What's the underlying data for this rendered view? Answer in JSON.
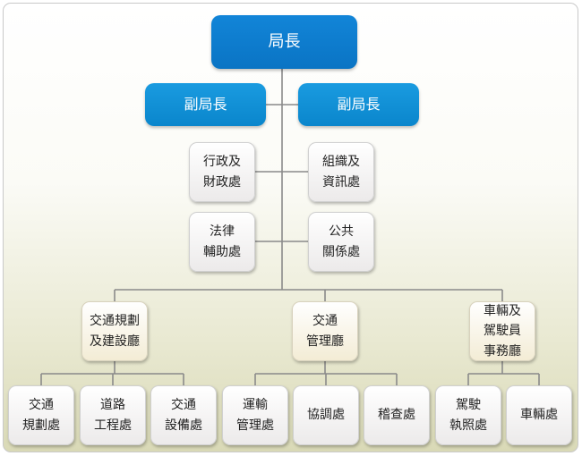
{
  "colors": {
    "director_fill": "#0a7acb",
    "deputy_fill": "#0a90d2",
    "connector": "#8a8a8a"
  },
  "director": {
    "lines": [
      "局長"
    ]
  },
  "deputies": [
    {
      "lines": [
        "副局長"
      ]
    },
    {
      "lines": [
        "副局長"
      ]
    }
  ],
  "offices": [
    {
      "lines": [
        "行政及",
        "財政處"
      ]
    },
    {
      "lines": [
        "組織及",
        "資訊處"
      ]
    },
    {
      "lines": [
        "法律",
        "輔助處"
      ]
    },
    {
      "lines": [
        "公共",
        "關係處"
      ]
    }
  ],
  "departments": [
    {
      "lines": [
        "交通規劃",
        "及建設廳"
      ]
    },
    {
      "lines": [
        "交通",
        "管理廳"
      ]
    },
    {
      "lines": [
        "車輛及",
        "駕駛員",
        "事務廳"
      ]
    }
  ],
  "divisions": [
    {
      "lines": [
        "交通",
        "規劃處"
      ]
    },
    {
      "lines": [
        "道路",
        "工程處"
      ]
    },
    {
      "lines": [
        "交通",
        "設備處"
      ]
    },
    {
      "lines": [
        "運輸",
        "管理處"
      ]
    },
    {
      "lines": [
        "協調處"
      ]
    },
    {
      "lines": [
        "稽查處"
      ]
    },
    {
      "lines": [
        "駕駛",
        "執照處"
      ]
    },
    {
      "lines": [
        "車輛處"
      ]
    }
  ]
}
